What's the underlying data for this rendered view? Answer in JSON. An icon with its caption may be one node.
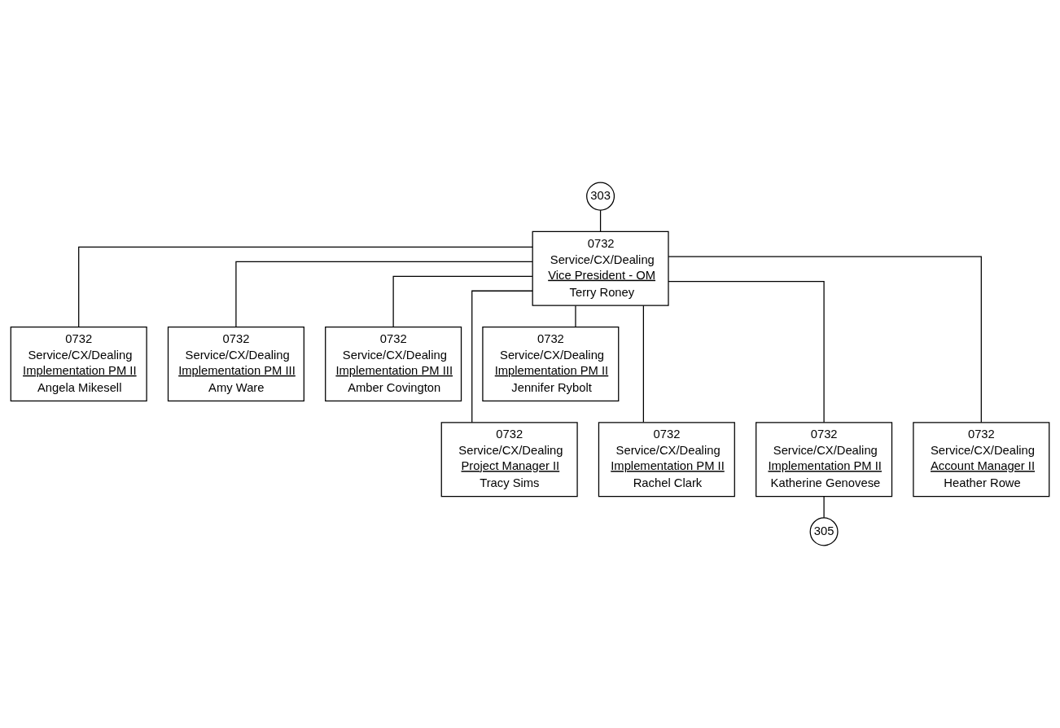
{
  "diagram": {
    "nodes": [
      {
        "text": [
          "303"
        ]
      },
      {
        "text": [
          "0732",
          "Service/CX/Dealing",
          "Vice President - OM",
          "Terry Roney"
        ]
      },
      {
        "text": [
          "0732",
          "Service/CX/Dealing",
          "Implementation PM II",
          "Angela Mikesell"
        ]
      },
      {
        "text": [
          "0732",
          "Service/CX/Dealing",
          "Implementation PM III",
          "Amy Ware"
        ]
      },
      {
        "text": [
          "0732",
          "Service/CX/Dealing",
          "Implementation PM III",
          "Amber Covington"
        ]
      },
      {
        "text": [
          "0732",
          "Service/CX/Dealing",
          "Implementation PM II",
          "Jennifer Rybolt"
        ]
      },
      {
        "text": [
          "0732",
          "Service/CX/Dealing",
          "Project Manager II",
          "Tracy Sims"
        ]
      },
      {
        "text": [
          "0732",
          "Service/CX/Dealing",
          "Implementation PM II",
          "Rachel Clark"
        ]
      },
      {
        "text": [
          "0732",
          "Service/CX/Dealing",
          "Implementation PM II",
          "Katherine Genovese"
        ]
      },
      {
        "text": [
          "0732",
          "Service/CX/Dealing",
          "Account Manager II",
          "Heather Rowe"
        ]
      },
      {
        "text": [
          "305"
        ]
      }
    ],
    "edges": [
      {
        "from": 0,
        "to": 1,
        "arrow": "none"
      },
      {
        "from": 1,
        "to": 2,
        "arrow": "none"
      },
      {
        "from": 1,
        "to": 3,
        "arrow": "none"
      },
      {
        "from": 1,
        "to": 4,
        "arrow": "none"
      },
      {
        "from": 1,
        "to": 5,
        "arrow": "none"
      },
      {
        "from": 1,
        "to": 6,
        "arrow": "none"
      },
      {
        "from": 1,
        "to": 7,
        "arrow": "none"
      },
      {
        "from": 1,
        "to": 8,
        "arrow": "none"
      },
      {
        "from": 1,
        "to": 9,
        "arrow": "none"
      },
      {
        "from": 8,
        "to": 10,
        "arrow": "none"
      }
    ]
  }
}
